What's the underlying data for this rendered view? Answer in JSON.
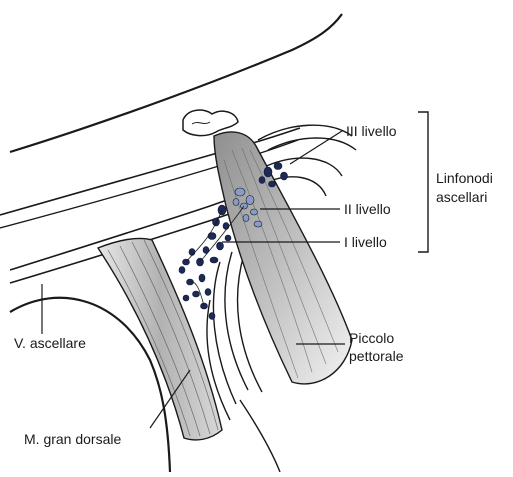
{
  "labels": {
    "level_3": "III livello",
    "level_2": "II livello",
    "level_1": "I livello",
    "group_line1": "Linfonodi",
    "group_line2": "ascellari",
    "axillary_vein": "V. ascellare",
    "pectoralis_line1": "Piccolo",
    "pectoralis_line2": "pettorale",
    "latissimus": "M. gran dorsale"
  },
  "colors": {
    "outline": "#1a1a1a",
    "node_dark": "#1c2a55",
    "node_light": "#8a9cc2",
    "muscle_shade": "#b9b9b9"
  }
}
